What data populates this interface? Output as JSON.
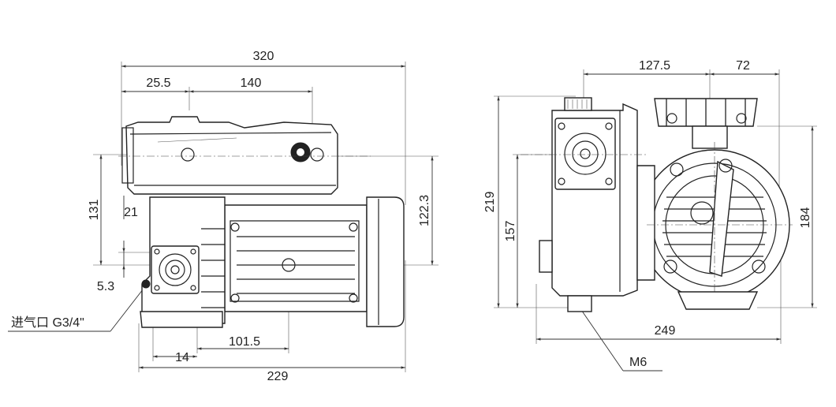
{
  "side_view": {
    "dimensions": {
      "overall_length": "320",
      "offset_left": "25.5",
      "offset_center": "140",
      "height_left": "131",
      "step_small": "21",
      "height_right": "122.3",
      "inlet_offset": "5.3",
      "foot_spacing": "101.5",
      "foot_offset": "14",
      "base_length": "229"
    },
    "inlet_label": "进气口 G3/4\""
  },
  "front_view": {
    "dimensions": {
      "width_left": "127.5",
      "width_right": "72",
      "height_total": "219",
      "height_inner": "157",
      "height_fan": "184",
      "base_width": "249"
    },
    "bolt_label": "M6"
  }
}
